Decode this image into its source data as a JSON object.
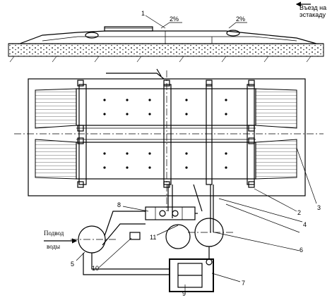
{
  "entry_label": [
    "Въезд на",
    "эстакаду"
  ],
  "slope_labels": [
    "2%",
    "2%"
  ],
  "water_inlet_label": [
    "Подвод",
    "воды"
  ],
  "callouts": [
    "1",
    "2",
    "3",
    "4",
    "5",
    "6",
    "7",
    "8",
    "9",
    "10",
    "11"
  ]
}
